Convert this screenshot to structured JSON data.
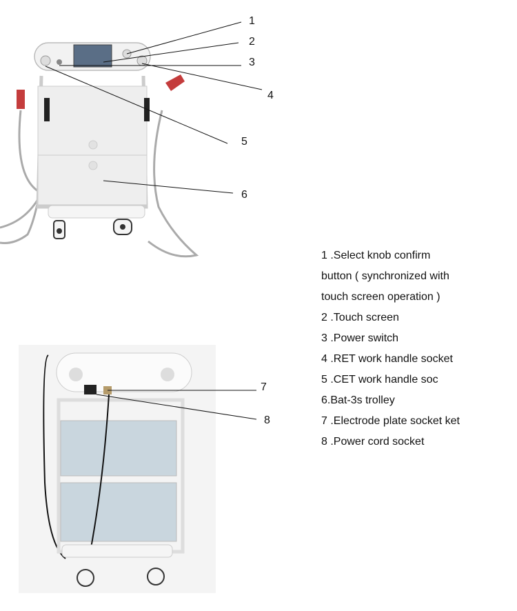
{
  "callouts": {
    "front": [
      "1",
      "2",
      "3",
      "4",
      "5",
      "6"
    ],
    "back": [
      "7",
      "8"
    ]
  },
  "legend": [
    "1 .Select knob confirm",
    "button ( synchronized with",
    "touch screen operation )",
    "2 .Touch screen",
    "3 .Power switch",
    "4 .RET work handle socket",
    "5 .CET work handle soc",
    "6.Bat-3s trolley",
    "7 .Electrode plate socket ket",
    "8 .Power cord socket"
  ],
  "colors": {
    "device_body": "#eeeeee",
    "screen": "#5a6e86",
    "handle_accent": "#c43c3c",
    "back_panel": "#c9d6de",
    "callout_line": "#111111"
  }
}
